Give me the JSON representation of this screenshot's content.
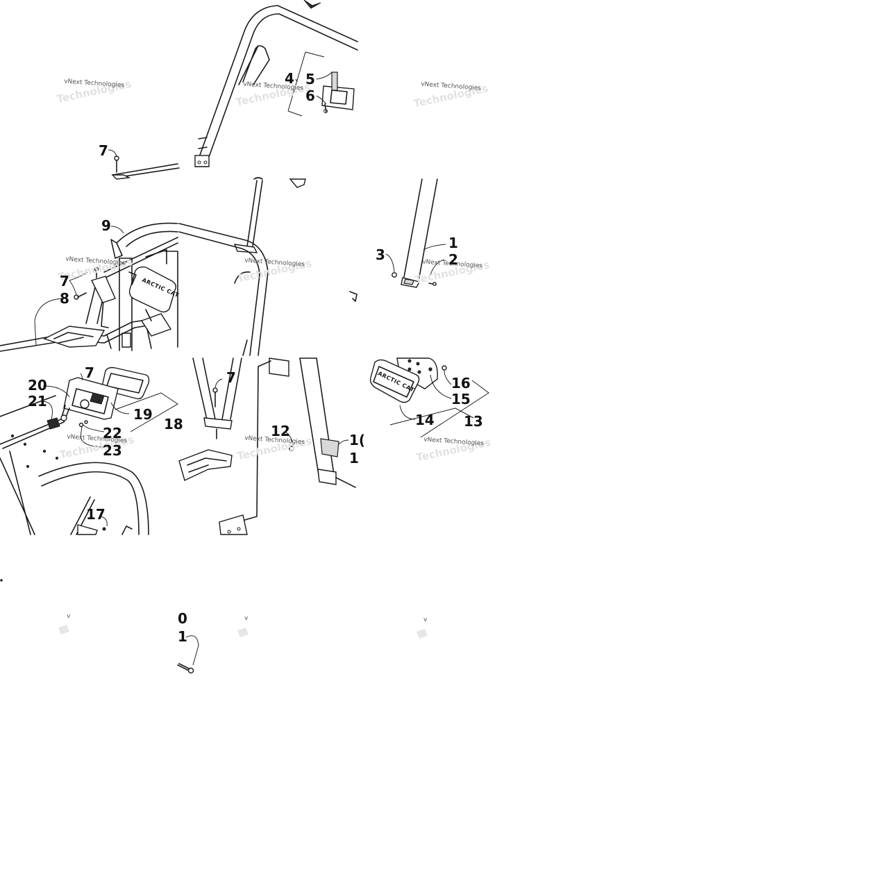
{
  "callouts": {
    "c1": "1",
    "c2": "2",
    "c3": "3",
    "c4": "4",
    "c5": "5",
    "c6": "6",
    "c7": "7",
    "c8": "8",
    "c9": "9",
    "c10_cut": "1(",
    "c11_cut": "1",
    "c12": "12",
    "c13": "13",
    "c14": "14",
    "c15": "15",
    "c16": "16",
    "c17": "17",
    "c18": "18",
    "c19": "19",
    "c20": "20",
    "c21": "21",
    "c22": "22",
    "c23": "23",
    "c_zero": "0",
    "c_one": "1"
  },
  "watermark": {
    "text": "vNext Technologies",
    "ghost": "Technologies",
    "fragment": "v"
  },
  "badge": {
    "text": "ARCTIC CAT"
  }
}
